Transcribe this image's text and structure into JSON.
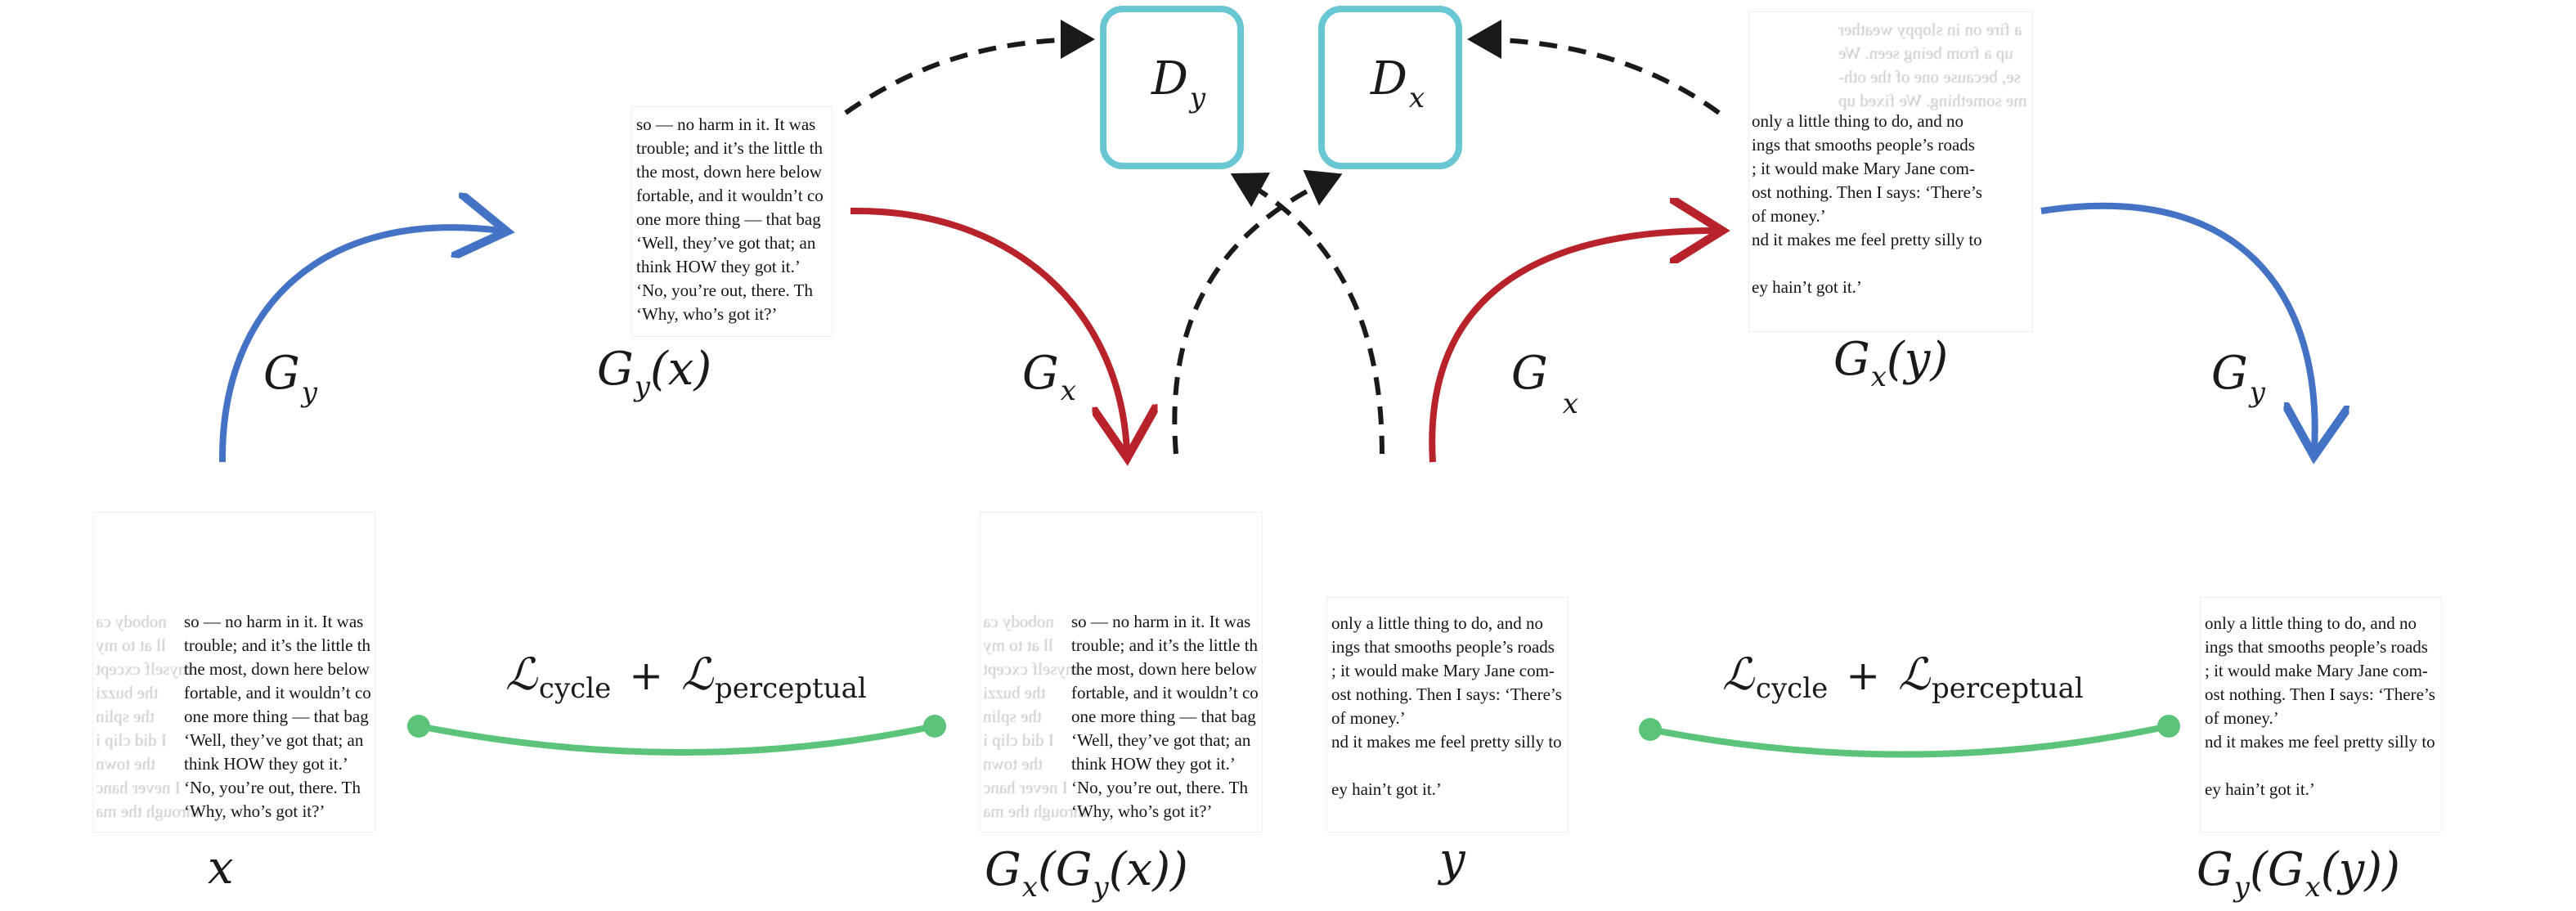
{
  "labels": {
    "x": "x",
    "y": "y",
    "gy_arrow": {
      "main": "G",
      "sub": "y"
    },
    "gx_arrow_left": {
      "main": "G",
      "sub": "x"
    },
    "gx_arrow_right": {
      "main": "G",
      "sub": "x"
    },
    "gy_arrow_right": {
      "main": "G",
      "sub": "y"
    },
    "dy_box": {
      "main": "D",
      "sub": "y"
    },
    "dx_box": {
      "main": "D",
      "sub": "x"
    },
    "gy_of_x": {
      "main": "G",
      "sub": "y",
      "arg": "(x)"
    },
    "gx_of_y": {
      "main": "G",
      "sub": "x",
      "arg": "(y)"
    },
    "cycle_left": {
      "outer": "G",
      "outer_sub": "x",
      "inner": "G",
      "inner_sub": "y",
      "arg": "x"
    },
    "cycle_right": {
      "outer": "G",
      "outer_sub": "y",
      "inner": "G",
      "inner_sub": "x",
      "arg": "y"
    },
    "loss": {
      "l1": "ℒ",
      "l1_sub": "cycle",
      "plus": "+",
      "l2": "ℒ",
      "l2_sub": "perceptual"
    }
  },
  "colors": {
    "generator_y": "#4472c4",
    "generator_x": "#b8232b",
    "discriminator_box": "#69c7d3",
    "loss_link": "#5cc47a",
    "dashed": "#1a1a1a"
  },
  "doc_text": {
    "passage_x": [
      "so — no harm in it. It was",
      "trouble; and it’s the little th",
      "the most, down here below",
      "fortable, and it wouldn’t co",
      "one more thing — that bag",
      "  ‘Well, they’ve got that; an",
      "think HOW they got it.’",
      "  ‘No, you’re out, there. Th",
      "  ‘Why, who’s got it?’"
    ],
    "passage_y": [
      "only a little thing to do, and no",
      "ings that smooths people’s roads",
      "; it would make Mary Jane com-",
      "ost nothing. Then I says: ‘There’s",
      "of money.’",
      "nd it makes me feel pretty silly to",
      "",
      "ey hain’t got it.’"
    ],
    "ghost_y": [
      "a fire on in sloppy weather",
      "up a from being seen. We",
      "se, because one of the oth-",
      "me something. We fixed up"
    ],
    "ghost_x": [
      "nobody ca",
      "ll at to my",
      "myself cxcept",
      "the buzzi",
      "the splin",
      "I did clip i",
      "the town",
      "I never hanc",
      "through the ma"
    ]
  }
}
